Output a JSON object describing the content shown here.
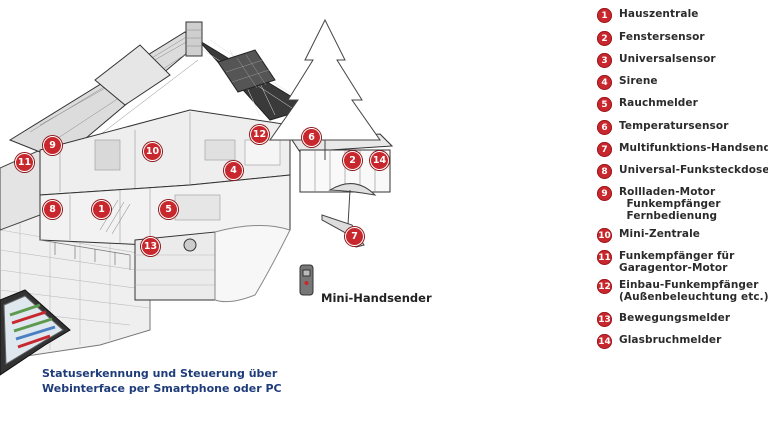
{
  "legend": [
    {
      "num": "1",
      "text": "Hauszentrale"
    },
    {
      "num": "2",
      "text": "Fenstersensor"
    },
    {
      "num": "3",
      "text": "Universalsensor"
    },
    {
      "num": "4",
      "text": "Sirene"
    },
    {
      "num": "5",
      "text": "Rauchmelder"
    },
    {
      "num": "6",
      "text": "Temperatursensor"
    },
    {
      "num": "7",
      "text": "Multifunktions-Handsender"
    },
    {
      "num": "8",
      "text": "Universal-Funksteckdose"
    },
    {
      "num": "9",
      "text": "Rollladen-Motor\n  Funkempfänger\n  Fernbedienung"
    },
    {
      "num": "10",
      "text": "Mini-Zentrale"
    },
    {
      "num": "11",
      "text": "Funkempfänger für\nGaragentor-Motor"
    },
    {
      "num": "12",
      "text": "Einbau-Funkempfänger\n(Außenbeleuchtung etc.)"
    },
    {
      "num": "13",
      "text": "Bewegungsmelder"
    },
    {
      "num": "14",
      "text": "Glasbruchmelder"
    }
  ],
  "house_markers": [
    "9",
    "11",
    "10",
    "12",
    "6",
    "4",
    "2",
    "14",
    "1",
    "8",
    "5",
    "13",
    "7"
  ],
  "mini_sender_label": "Mini-Handsender",
  "caption": "Statuserkennung und Steuerung über\nWebinterface per Smartphone oder PC",
  "colors": {
    "marker_red": "#c8282d",
    "caption_blue": "#1f3c7a",
    "ink": "#2b2b2b"
  }
}
